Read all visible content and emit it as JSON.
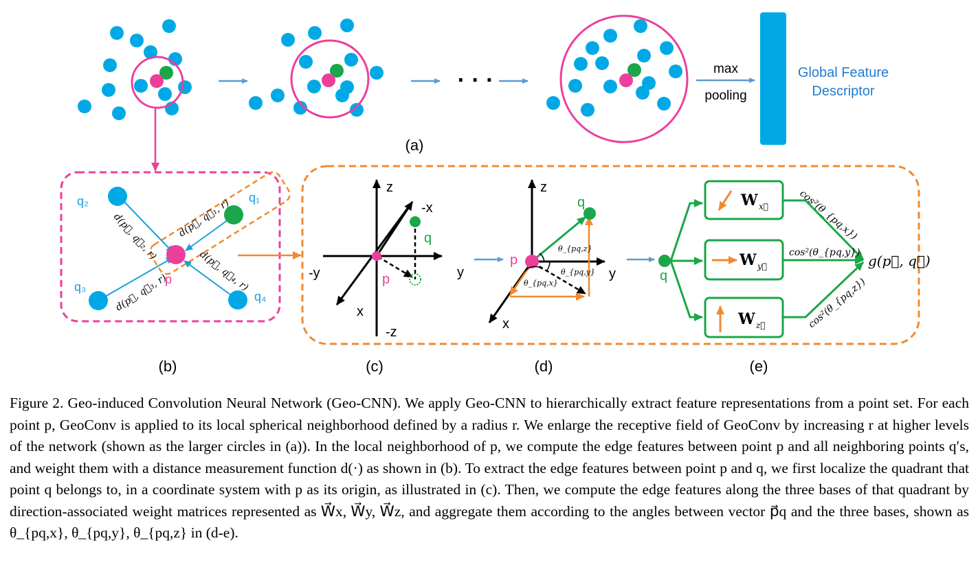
{
  "figure": {
    "panel_labels": {
      "a": "(a)",
      "b": "(b)",
      "c": "(c)",
      "d": "(d)",
      "e": "(e)"
    },
    "panel_a": {
      "ellipsis": "· · ·",
      "pool_label_top": "max",
      "pool_label_bottom": "pooling",
      "descriptor_line1": "Global Feature",
      "descriptor_line2": "Descriptor"
    },
    "panel_b": {
      "points": {
        "q1": "q₁",
        "q2": "q₂",
        "q3": "q₃",
        "q4": "q₄",
        "p": "p"
      },
      "distances": {
        "d1": "d(p⃗, q⃗₁, r)",
        "d2": "d(p⃗, q⃗₂, r)",
        "d3": "d(p⃗, q⃗₃, r)",
        "d4": "d(p⃗, q⃗₄, r)"
      }
    },
    "panel_c": {
      "z": "z",
      "neg_z": "-z",
      "y": "y",
      "neg_y": "-y",
      "x": "x",
      "neg_x": "-x",
      "p": "p",
      "q": "q"
    },
    "panel_d": {
      "z": "z",
      "y": "y",
      "x": "x",
      "p": "p",
      "q": "q",
      "theta_z": "θ_{pq,z}",
      "theta_y": "θ_{pq,y}",
      "theta_x": "θ_{pq,x}"
    },
    "panel_e": {
      "q": "q",
      "wx": "W",
      "wx_sub": "x⃗",
      "wy": "W",
      "wy_sub": "y⃗",
      "wz": "W",
      "wz_sub": "z⃗",
      "cos_x": "cos²(θ_{pq,x})",
      "cos_y": "cos²(θ_{pq,y})",
      "cos_z": "cos²(θ_{pq,z})",
      "g": "g(p⃗, q⃗)"
    },
    "colors": {
      "point_blue": "#00a9e6",
      "point_green": "#1aa64a",
      "point_pink": "#ec3f9b",
      "orange": "#f08a30",
      "arrow_blue": "#5b9bd5",
      "edge_green": "#1aa64a"
    }
  },
  "caption": {
    "lines": [
      "Figure 2. Geo-induced Convolution Neural Network (Geo-CNN). We apply Geo-CNN to hierarchically extract feature representations from",
      "a point set. For each point p, GeoConv is applied to its local spherical neighborhood defined by a radius r. We enlarge the receptive field",
      "of GeoConv by increasing r at higher levels of the network (shown as the larger circles in (a)). In the local neighborhood of p, we compute",
      "the edge features between point p and all neighboring points q′s, and weight them with a distance measurement function d(·) as shown",
      "in (b). To extract the edge features between point p and q, we first localize the quadrant that point q belongs to, in a coordinate system",
      "with p as its origin, as illustrated in (c). Then, we compute the edge features along the three bases of that quadrant by direction-associated",
      "weight matrices represented as W⃗x, W⃗y, W⃗z, and aggregate them according to the angles between vector p⃗q and the three bases, shown",
      "as θ_{pq,x}, θ_{pq,y}, θ_{pq,z} in (d-e)."
    ]
  }
}
